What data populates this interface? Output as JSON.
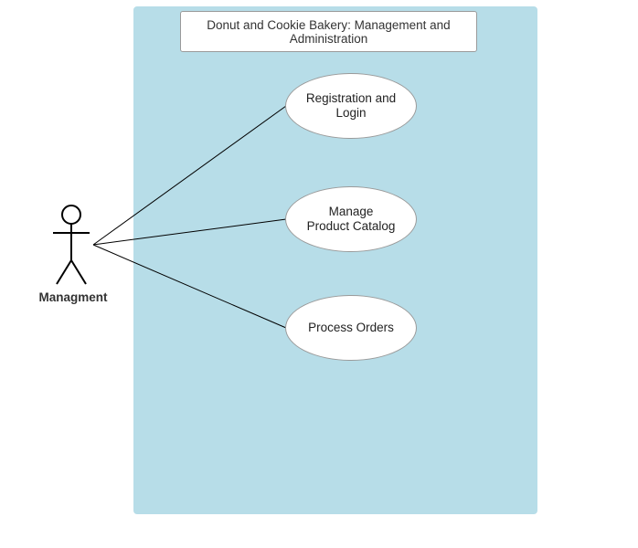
{
  "system": {
    "title": "Donut and Cookie Bakery: Management and Administration"
  },
  "actor": {
    "name": "Managment",
    "icon": "stick-figure-actor-icon"
  },
  "use_cases": [
    {
      "label": "Registration and\nLogin"
    },
    {
      "label": "Manage\nProduct Catalog"
    },
    {
      "label": "Process Orders"
    }
  ],
  "colors": {
    "boundary_fill": "#b7dde8",
    "shape_fill": "#ffffff",
    "line": "#000000"
  }
}
